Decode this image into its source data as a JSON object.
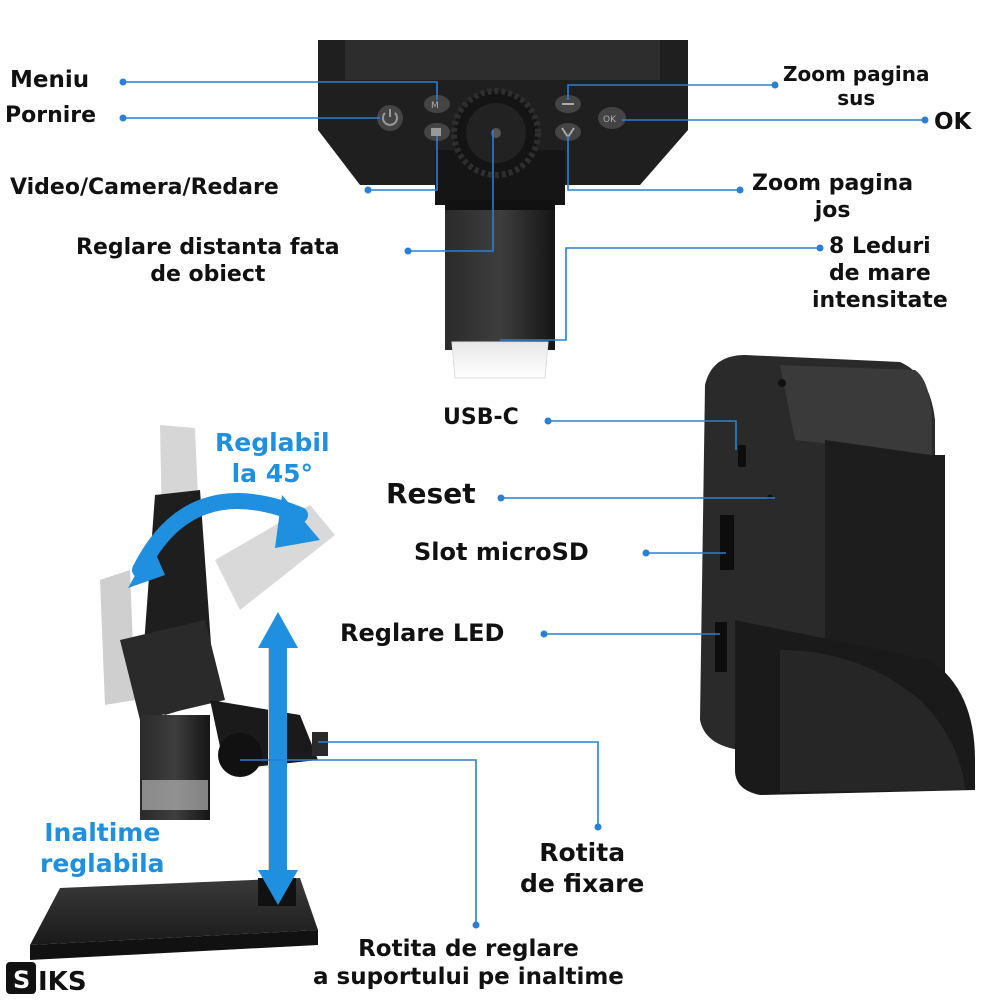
{
  "labels": {
    "meniu": "Meniu",
    "pornire": "Pornire",
    "video": "Video/Camera/Redare",
    "reglare_distanta": "Reglare distanta fata\nde obiect",
    "zoom_sus": "Zoom pagina\nsus",
    "ok": "OK",
    "zoom_jos": "Zoom pagina\njos",
    "leduri": "8 Leduri\nde mare\nintensitate",
    "usbc": "USB-C",
    "reset": "Reset",
    "slot": "Slot microSD",
    "reglare_led": "Reglare LED",
    "reglabil": "Reglabil\nla 45°",
    "inaltime": "Inaltime\nreglabila",
    "rotita_fixare": "Rotita\nde fixare",
    "rotita_reglare": "Rotita de reglare\na suportului pe inaltime"
  },
  "logo": {
    "text": "IKS",
    "mark": "S"
  },
  "colors": {
    "accent_blue": "#1f8fe0",
    "pointer": "#2a7fd4",
    "device_body": "#1c1c1c"
  },
  "icons": [
    "power-icon",
    "menu-icon",
    "camera-icon",
    "zoom-up-icon",
    "zoom-down-icon",
    "ok-icon",
    "rotate-arrow-icon",
    "height-arrow-icon"
  ]
}
